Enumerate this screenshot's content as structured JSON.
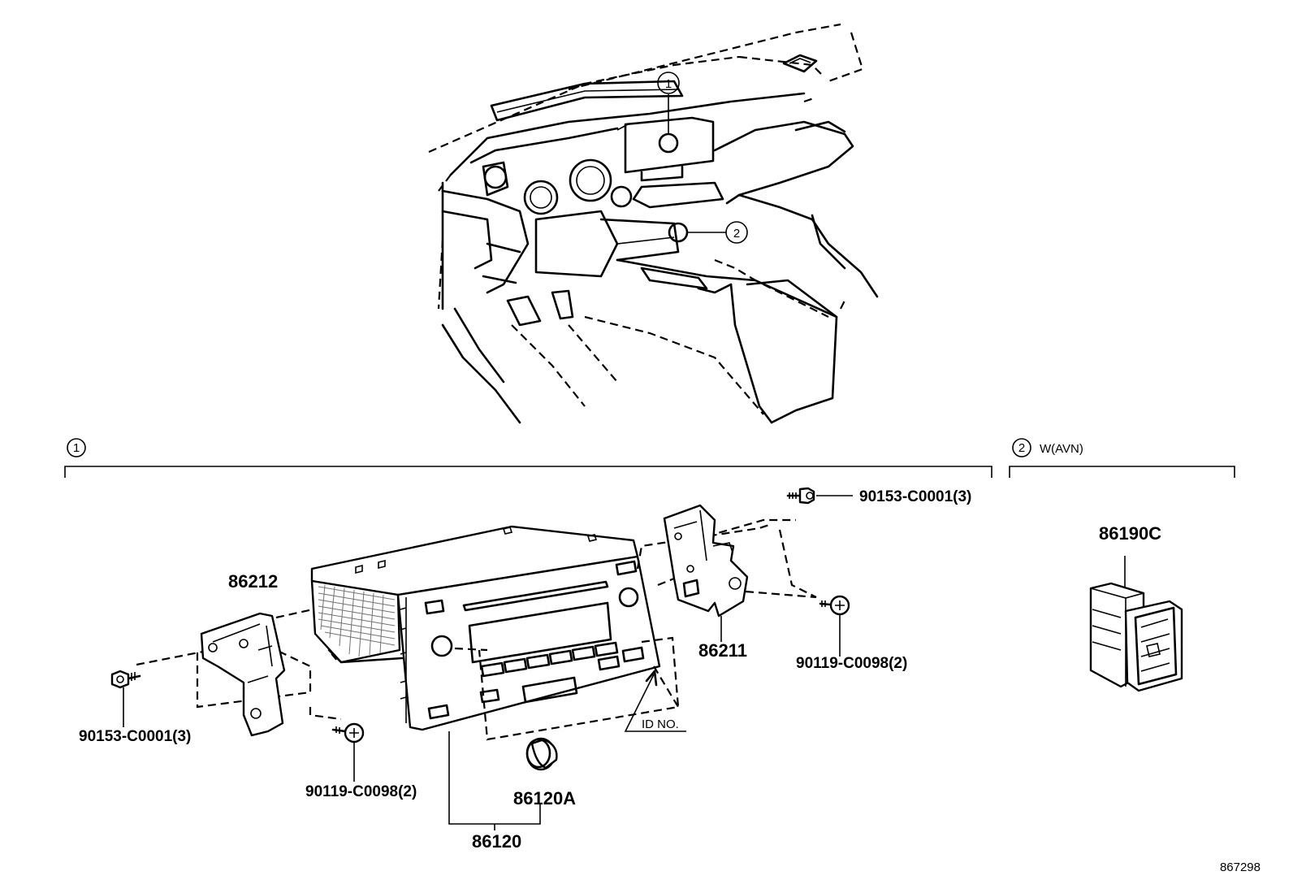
{
  "callouts": {
    "c1": "1",
    "c2": "2"
  },
  "sections": {
    "s1": {
      "num": "1"
    },
    "s2": {
      "num": "2",
      "label": "W(AVN)"
    }
  },
  "parts": {
    "bolt_top": "90153-C0001(3)",
    "screw_right": "90119-C0098(2)",
    "bracket_right": "86211",
    "bracket_left": "86212",
    "bolt_left": "90153-C0001(3)",
    "screw_bottom": "90119-C0098(2)",
    "knob": "86120A",
    "radio": "86120",
    "id_label": "ID NO.",
    "usb_port": "86190C"
  },
  "illustration_id": "867298"
}
